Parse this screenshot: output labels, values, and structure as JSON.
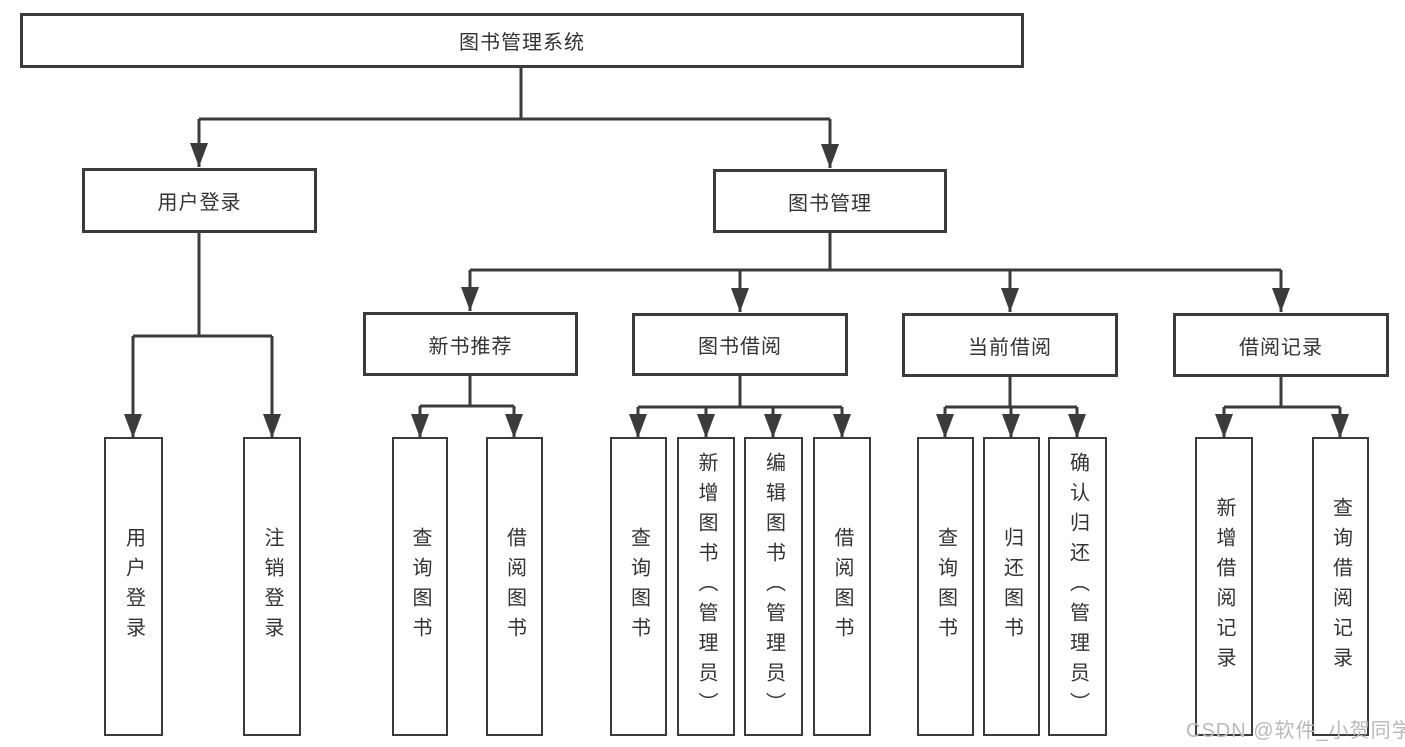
{
  "page": {
    "watermark": "CSDN @软件_小贺同学"
  },
  "colors": {
    "line": "#3b3b3b",
    "node_border": "#3b3b3b",
    "node_text": "#333333",
    "watermark_text": "#b9b9b9",
    "background": "#ffffff"
  },
  "tree": {
    "root": {
      "label": "图书管理系统"
    },
    "branches": [
      {
        "label": "用户登录",
        "children": [
          {
            "label": "用户登录"
          },
          {
            "label": "注销登录"
          }
        ]
      },
      {
        "label": "图书管理",
        "children": [
          {
            "label": "新书推荐",
            "children": [
              {
                "label": "查询图书"
              },
              {
                "label": "借阅图书"
              }
            ]
          },
          {
            "label": "图书借阅",
            "children": [
              {
                "label": "查询图书"
              },
              {
                "label": "新增图书（管理员）"
              },
              {
                "label": "编辑图书（管理员）"
              },
              {
                "label": "借阅图书"
              }
            ]
          },
          {
            "label": "当前借阅",
            "children": [
              {
                "label": "查询图书"
              },
              {
                "label": "归还图书"
              },
              {
                "label": "确认归还（管理员）"
              }
            ]
          },
          {
            "label": "借阅记录",
            "children": [
              {
                "label": "新增借阅记录"
              },
              {
                "label": "查询借阅记录"
              }
            ]
          }
        ]
      }
    ]
  }
}
